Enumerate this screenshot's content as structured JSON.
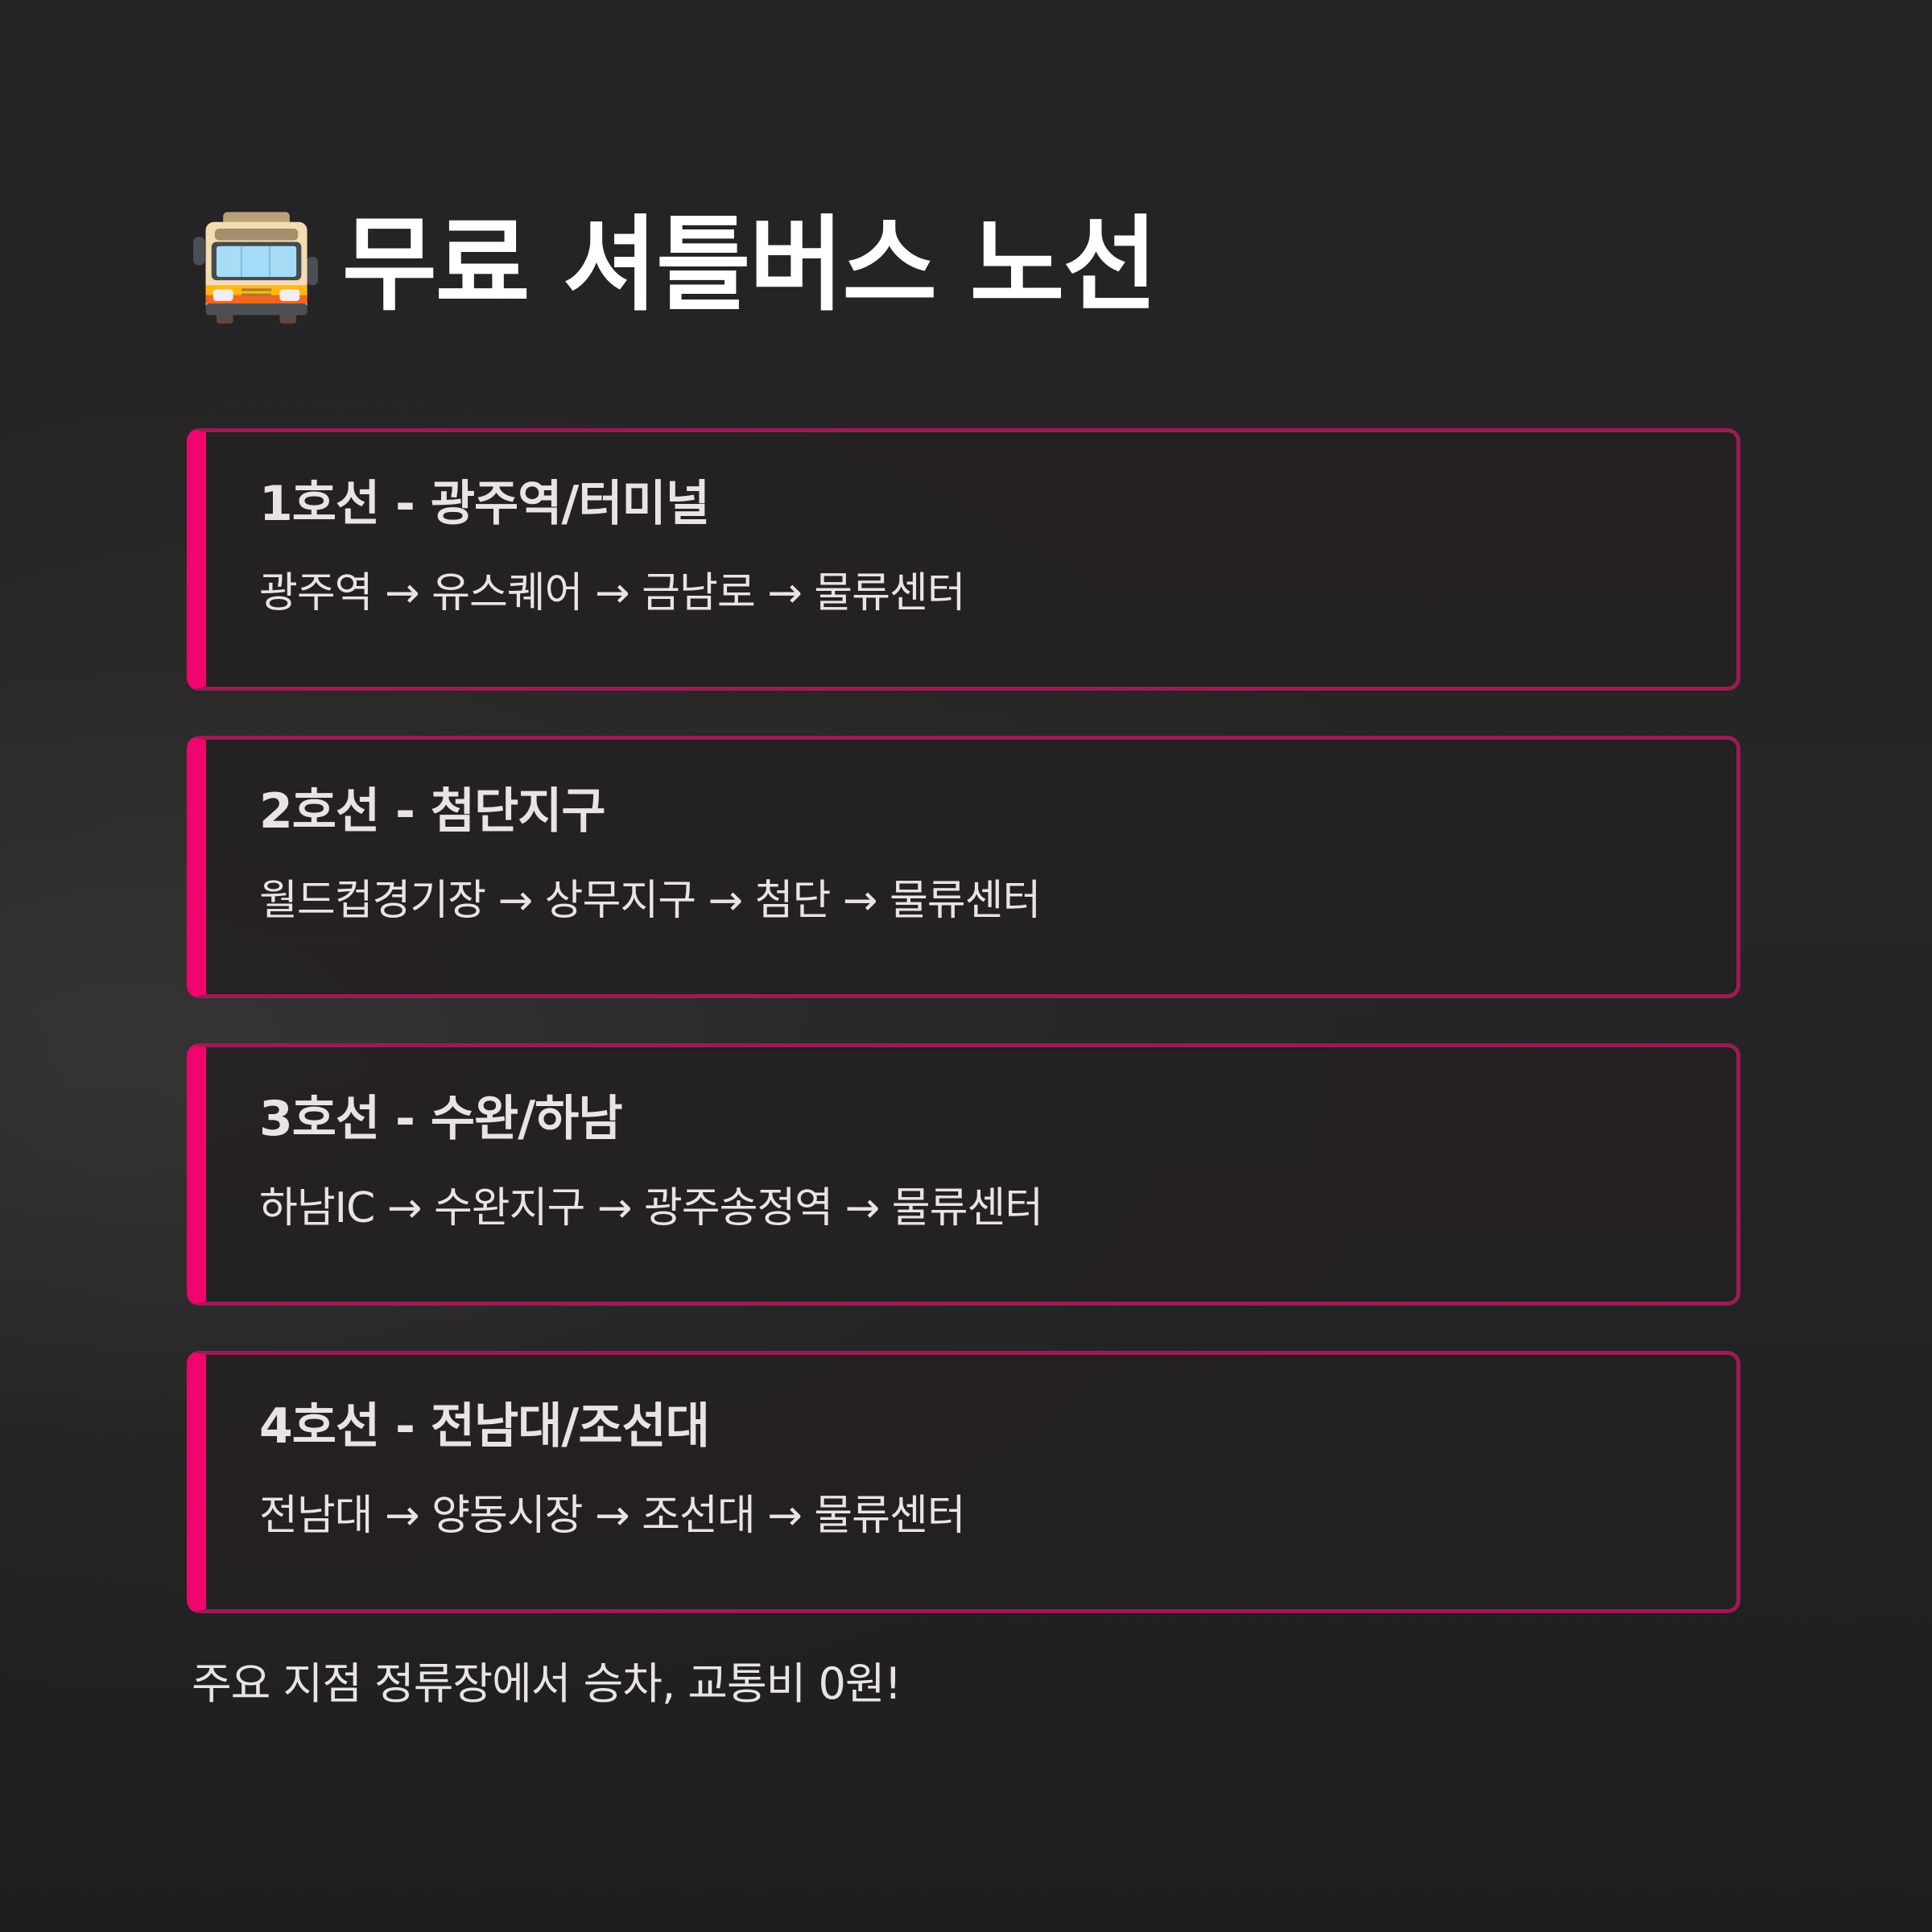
{
  "header": {
    "icon": "oncoming-bus-icon",
    "title": "무료 셔틀버스 노선"
  },
  "theme": {
    "background": "#232223",
    "accent": "#F0056F",
    "card_border": "#9B1B55",
    "text": "#E8E4E4",
    "title_text": "#FFFFFF"
  },
  "routes": [
    {
      "title": "1호선 - 광주역/터미널",
      "stops": [
        "광주역",
        "유스퀘어",
        "금남로",
        "물류센터"
      ],
      "route_text": "광주역 → 유스퀘어 → 금남로 → 물류센터"
    },
    {
      "title": "2호선 - 첨단지구",
      "stops": [
        "월드컵경기장",
        "상무지구",
        "첨단",
        "물류센터"
      ],
      "route_text": "월드컵경기장 → 상무지구 → 첨단 → 물류센터"
    },
    {
      "title": "3호선 - 수완/하남",
      "stops": [
        "하남IC",
        "수완지구",
        "광주송정역",
        "물류센터"
      ],
      "route_text": "하남IC → 수완지구 → 광주송정역 → 물류센터"
    },
    {
      "title": "4호선 - 전남대/조선대",
      "stops": [
        "전남대",
        "양동시장",
        "조선대",
        "물류센터"
      ],
      "route_text": "전남대 → 양동시장 → 조선대 → 물류센터"
    }
  ],
  "footer": {
    "note": "주요 지점 정류장에서 승차, 교통비 0원!"
  }
}
